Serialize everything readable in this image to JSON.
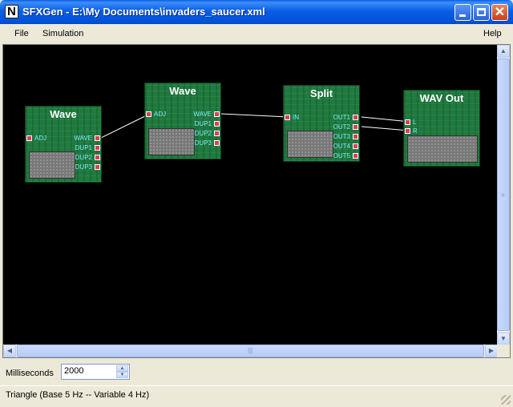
{
  "window": {
    "title": "SFXGen - E:\\My Documents\\invaders_saucer.xml",
    "app_icon_letter": "N",
    "close_glyph": "✕"
  },
  "menu": {
    "left": [
      "File",
      "Simulation"
    ],
    "right": "Help"
  },
  "modules": [
    {
      "title": "Wave",
      "inputs": [
        "ADJ"
      ],
      "outputs": [
        "WAVE",
        "DUP1",
        "DUP2",
        "DUP3"
      ]
    },
    {
      "title": "Wave",
      "inputs": [
        "ADJ"
      ],
      "outputs": [
        "WAVE",
        "DUP1",
        "DUP2",
        "DUP3"
      ]
    },
    {
      "title": "Split",
      "inputs": [
        "IN"
      ],
      "outputs": [
        "OUT1",
        "OUT2",
        "OUT3",
        "OUT4",
        "OUT5"
      ]
    },
    {
      "title": "WAV Out",
      "inputs": [
        "L",
        "R"
      ],
      "outputs": []
    }
  ],
  "connections": [
    {
      "from": "Wave (1) WAVE",
      "to": "Wave (2) ADJ"
    },
    {
      "from": "Wave (2) WAVE",
      "to": "Split IN"
    },
    {
      "from": "Split OUT1",
      "to": "WAV Out L"
    },
    {
      "from": "Split OUT2",
      "to": "WAV Out R"
    }
  ],
  "controls": {
    "milliseconds_label": "Milliseconds",
    "milliseconds_value": "2000"
  },
  "status": {
    "text": "Triangle (Base 5 Hz -- Variable 4 Hz)"
  },
  "colors": {
    "canvas_bg": "#000000",
    "module_green": "#1f7a3e",
    "port_red": "#e03c5c",
    "port_label_cyan": "#7fe9ff",
    "wire": "#ffffff"
  }
}
